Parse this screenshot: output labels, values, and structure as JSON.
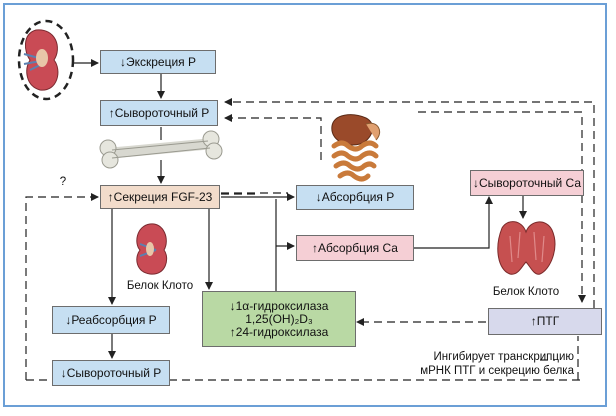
{
  "nodes": {
    "excretion_p": "↓Экскреция Р",
    "serum_p_top": "↑Сывороточный Р",
    "secretion_fgf23": "↑Секреция FGF-23",
    "absorption_p": "↓Абсорбция Р",
    "absorption_ca": "↑Абсорбция Са",
    "serum_ca": "↓Сывороточный Са",
    "reabsorption_p": "↓Реабсорбция Р",
    "serum_p_bottom": "↓Сывороточный Р",
    "enzyme_line1": "↓1α-гидроксилаза",
    "enzyme_line2": "1,25(OH)₂D₃",
    "enzyme_line3": "↑24-гидроксилаза",
    "pth": "↑ПТГ"
  },
  "labels": {
    "klotho_left": "Белок Клото",
    "klotho_right": "Белок Клото",
    "question": "?",
    "inhibits_line1": "Ингибирует транскрипцию",
    "inhibits_line2": "мРНК ПТГ и секрецию белка"
  },
  "colors": {
    "blue_box": "#c6dff2",
    "peach_box": "#f2dccb",
    "pink_box": "#f5cfd5",
    "green_box": "#b9d9a4",
    "lavender_box": "#d7d9ec",
    "frame": "#6b9fd6"
  },
  "icons": [
    "kidney-icon",
    "bone-icon",
    "intestine-icon",
    "thyroid-icon"
  ]
}
